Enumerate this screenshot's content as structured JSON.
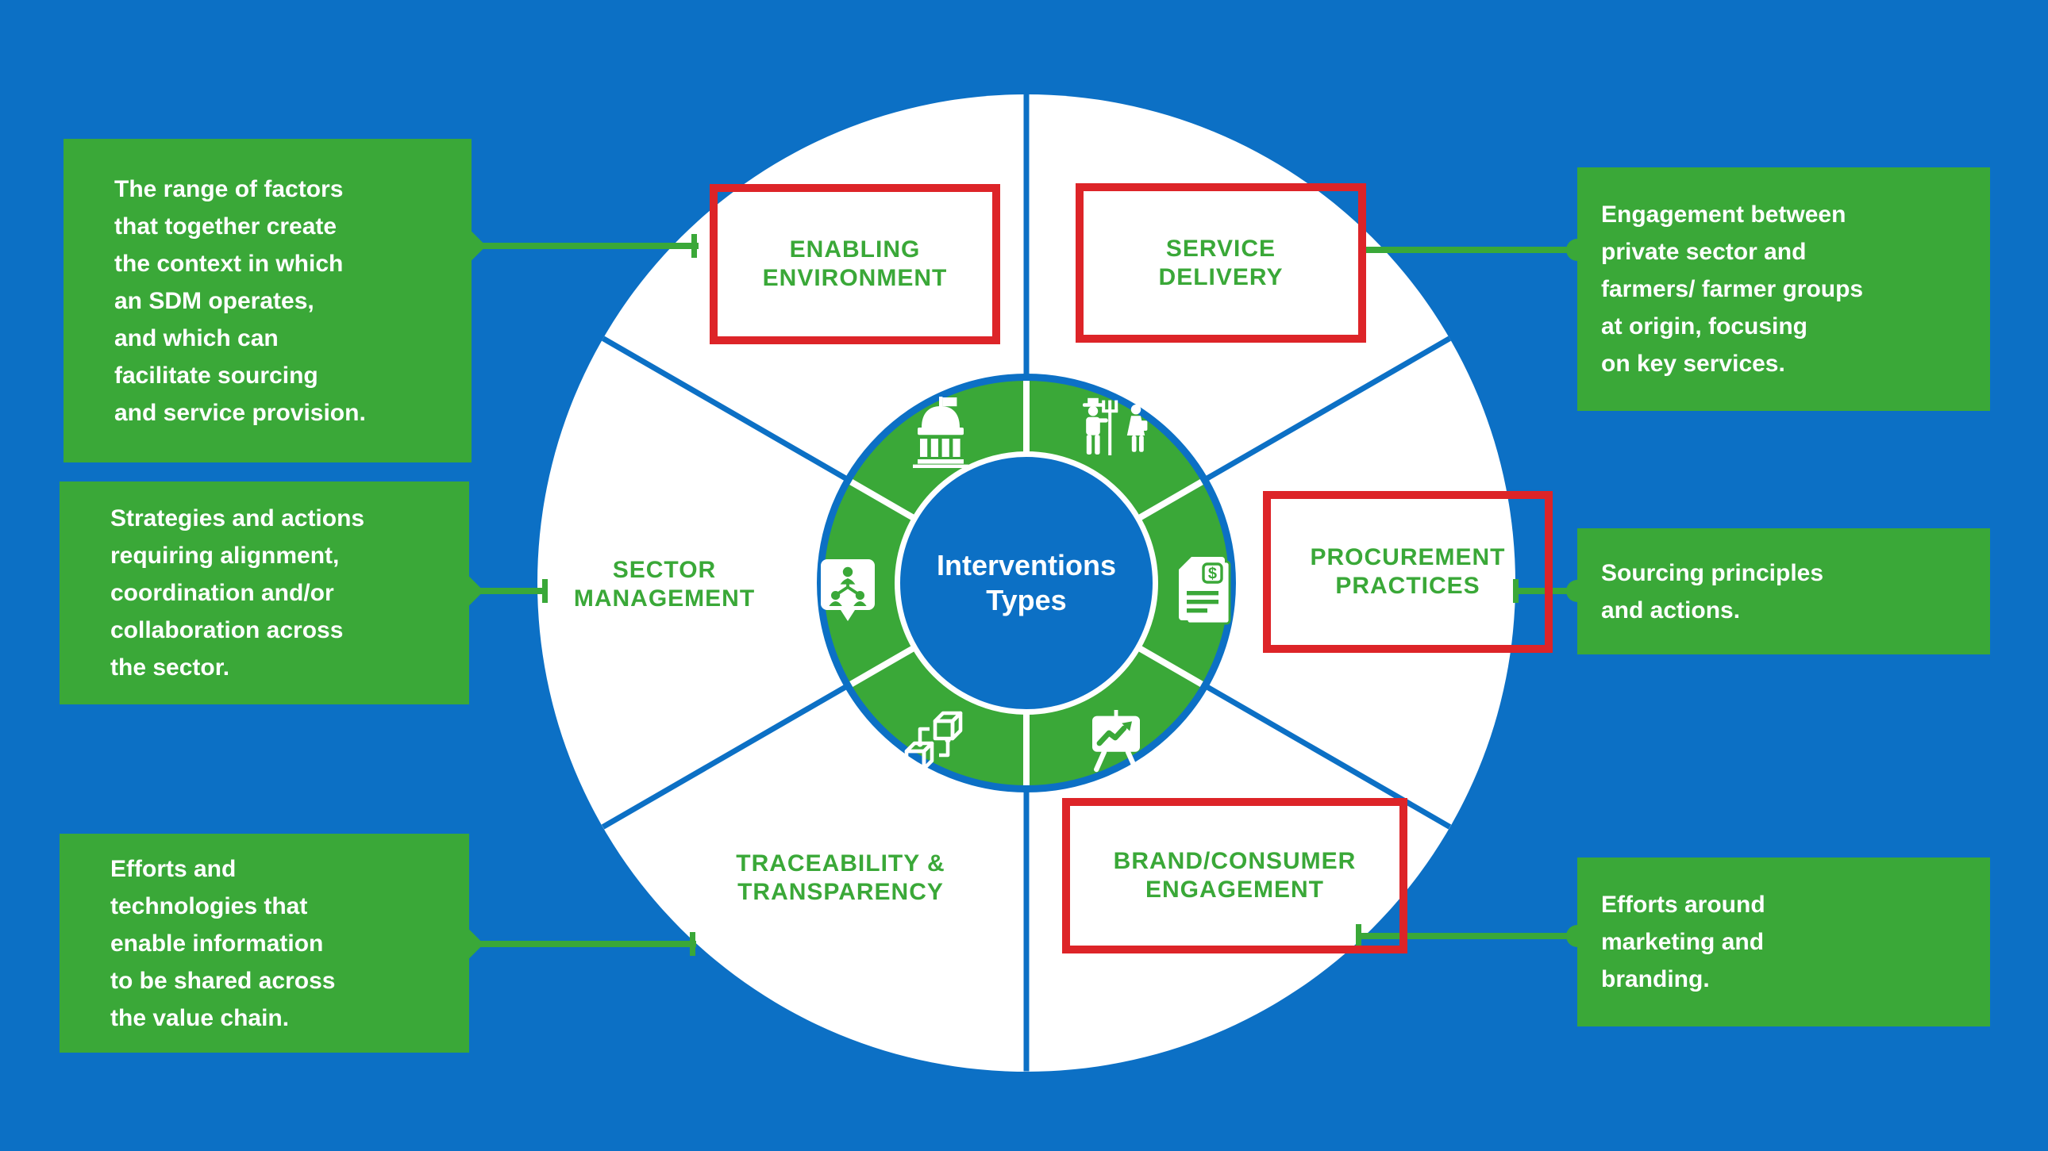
{
  "colors": {
    "background_blue": "#0c70c5",
    "green": "#3aa838",
    "highlight_red": "#dd2428",
    "white": "#ffffff"
  },
  "center": {
    "label": "Interventions\nTypes"
  },
  "sectors": [
    {
      "name": "enabling-environment",
      "label": "ENABLING\nENVIRONMENT",
      "highlighted": true,
      "icon": "government-building-icon"
    },
    {
      "name": "service-delivery",
      "label": "SERVICE\nDELIVERY",
      "highlighted": true,
      "icon": "farmers-icon"
    },
    {
      "name": "sector-management",
      "label": "SECTOR\nMANAGEMENT",
      "highlighted": false,
      "icon": "org-chart-icon"
    },
    {
      "name": "procurement-practices",
      "label": "PROCUREMENT\nPRACTICES",
      "highlighted": true,
      "icon": "invoice-dollar-icon"
    },
    {
      "name": "traceability-transparency",
      "label": "TRACEABILITY &\nTRANSPARENCY",
      "highlighted": false,
      "icon": "linked-cubes-icon"
    },
    {
      "name": "brand-consumer-engagement",
      "label": "BRAND/CONSUMER\nENGAGEMENT",
      "highlighted": true,
      "icon": "presentation-chart-icon"
    }
  ],
  "callouts": {
    "left_top": {
      "text": "The range of factors\nthat together create\nthe context in which\nan SDM operates,\nand which can\nfacilitate sourcing\nand service provision."
    },
    "left_middle": {
      "text": "Strategies and actions\nrequiring alignment,\ncoordination and/or\ncollaboration across\nthe sector."
    },
    "left_bottom": {
      "text": "Efforts and\ntechnologies that\nenable information\nto be shared across\nthe value chain."
    },
    "right_top": {
      "text": "Engagement between\nprivate sector and\nfarmers/ farmer groups\nat origin, focusing\non key services."
    },
    "right_middle": {
      "text": "Sourcing principles\nand actions."
    },
    "right_bottom": {
      "text": "Efforts around\nmarketing and\nbranding."
    }
  }
}
